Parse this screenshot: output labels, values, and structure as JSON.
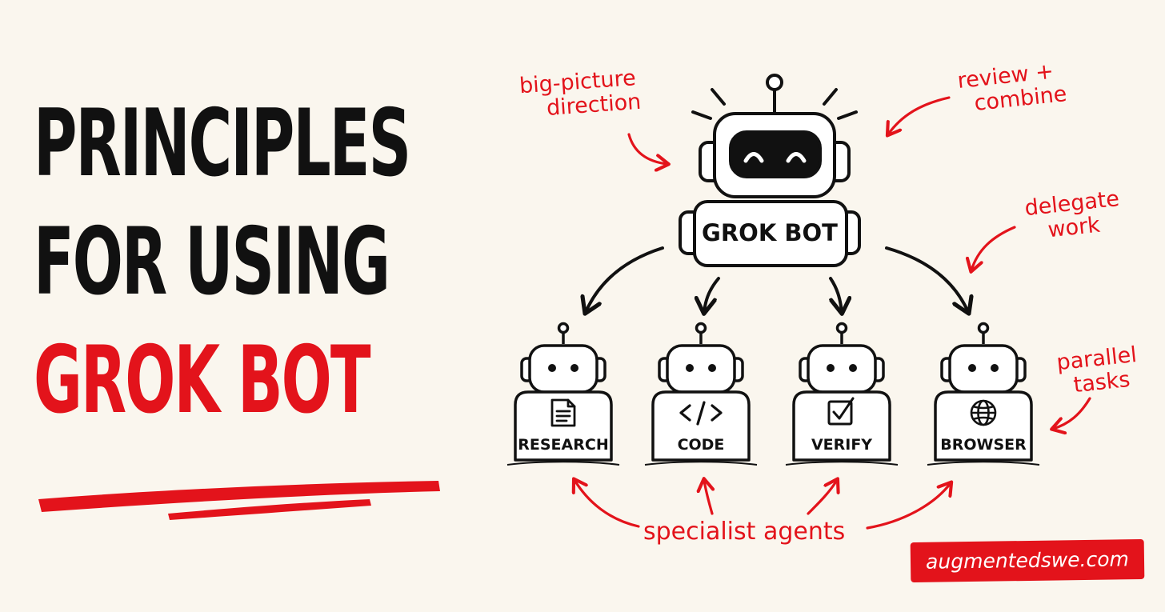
{
  "title": {
    "line1": "PRINCIPLES",
    "line2": "FOR USING",
    "line3": "GROK BOT"
  },
  "main_bot": {
    "label": "GROK BOT"
  },
  "agents": [
    {
      "label": "RESEARCH",
      "icon": "document-icon"
    },
    {
      "label": "CODE",
      "icon": "code-icon"
    },
    {
      "label": "VERIFY",
      "icon": "checkbox-icon"
    },
    {
      "label": "BROWSER",
      "icon": "globe-icon"
    }
  ],
  "annotations": {
    "direction": [
      "big-picture",
      "direction"
    ],
    "review": [
      "review +",
      "combine"
    ],
    "delegate": [
      "delegate",
      "work"
    ],
    "parallel": [
      "parallel",
      "tasks"
    ],
    "specialist": "specialist agents"
  },
  "site": "augmentedswe.com",
  "colors": {
    "accent": "#e3131b",
    "ink": "#111111",
    "background": "#faf6ee"
  }
}
